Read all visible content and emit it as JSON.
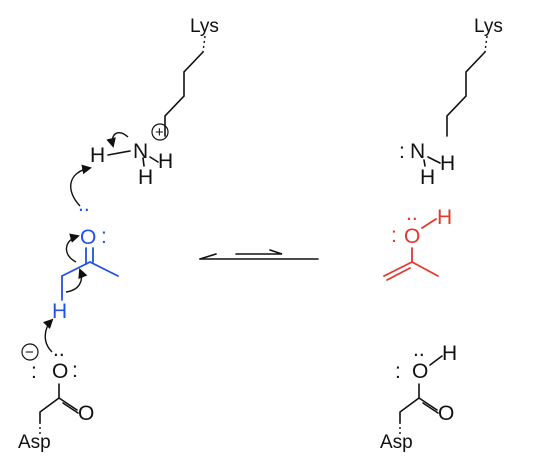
{
  "colors": {
    "reactant": "#1f52e6",
    "product": "#e3382d",
    "structure": "#111111"
  },
  "left": {
    "lys_label": "Lys",
    "nitrogen": "N",
    "charge_plus": "+",
    "h1": "H",
    "h2": "H",
    "h3": "H",
    "oxygen": "O",
    "lone_pair_top": "..",
    "lone_pair_side": ":",
    "alpha_h": "H",
    "charge_minus": "−",
    "carboxylate_o": "O",
    "carbonyl_o": "O",
    "asp_label": "Asp"
  },
  "right": {
    "lys_label": "Lys",
    "nitrogen": "N",
    "h1": "H",
    "h2": "H",
    "lone_pair": ":",
    "enol_o": "O",
    "enol_h": "H",
    "acid_o": "O",
    "acid_h": "H",
    "carbonyl_o": "O",
    "asp_label": "Asp"
  },
  "equilibrium_arrow": {
    "type": "equilibrium",
    "direction": "bidirectional"
  }
}
